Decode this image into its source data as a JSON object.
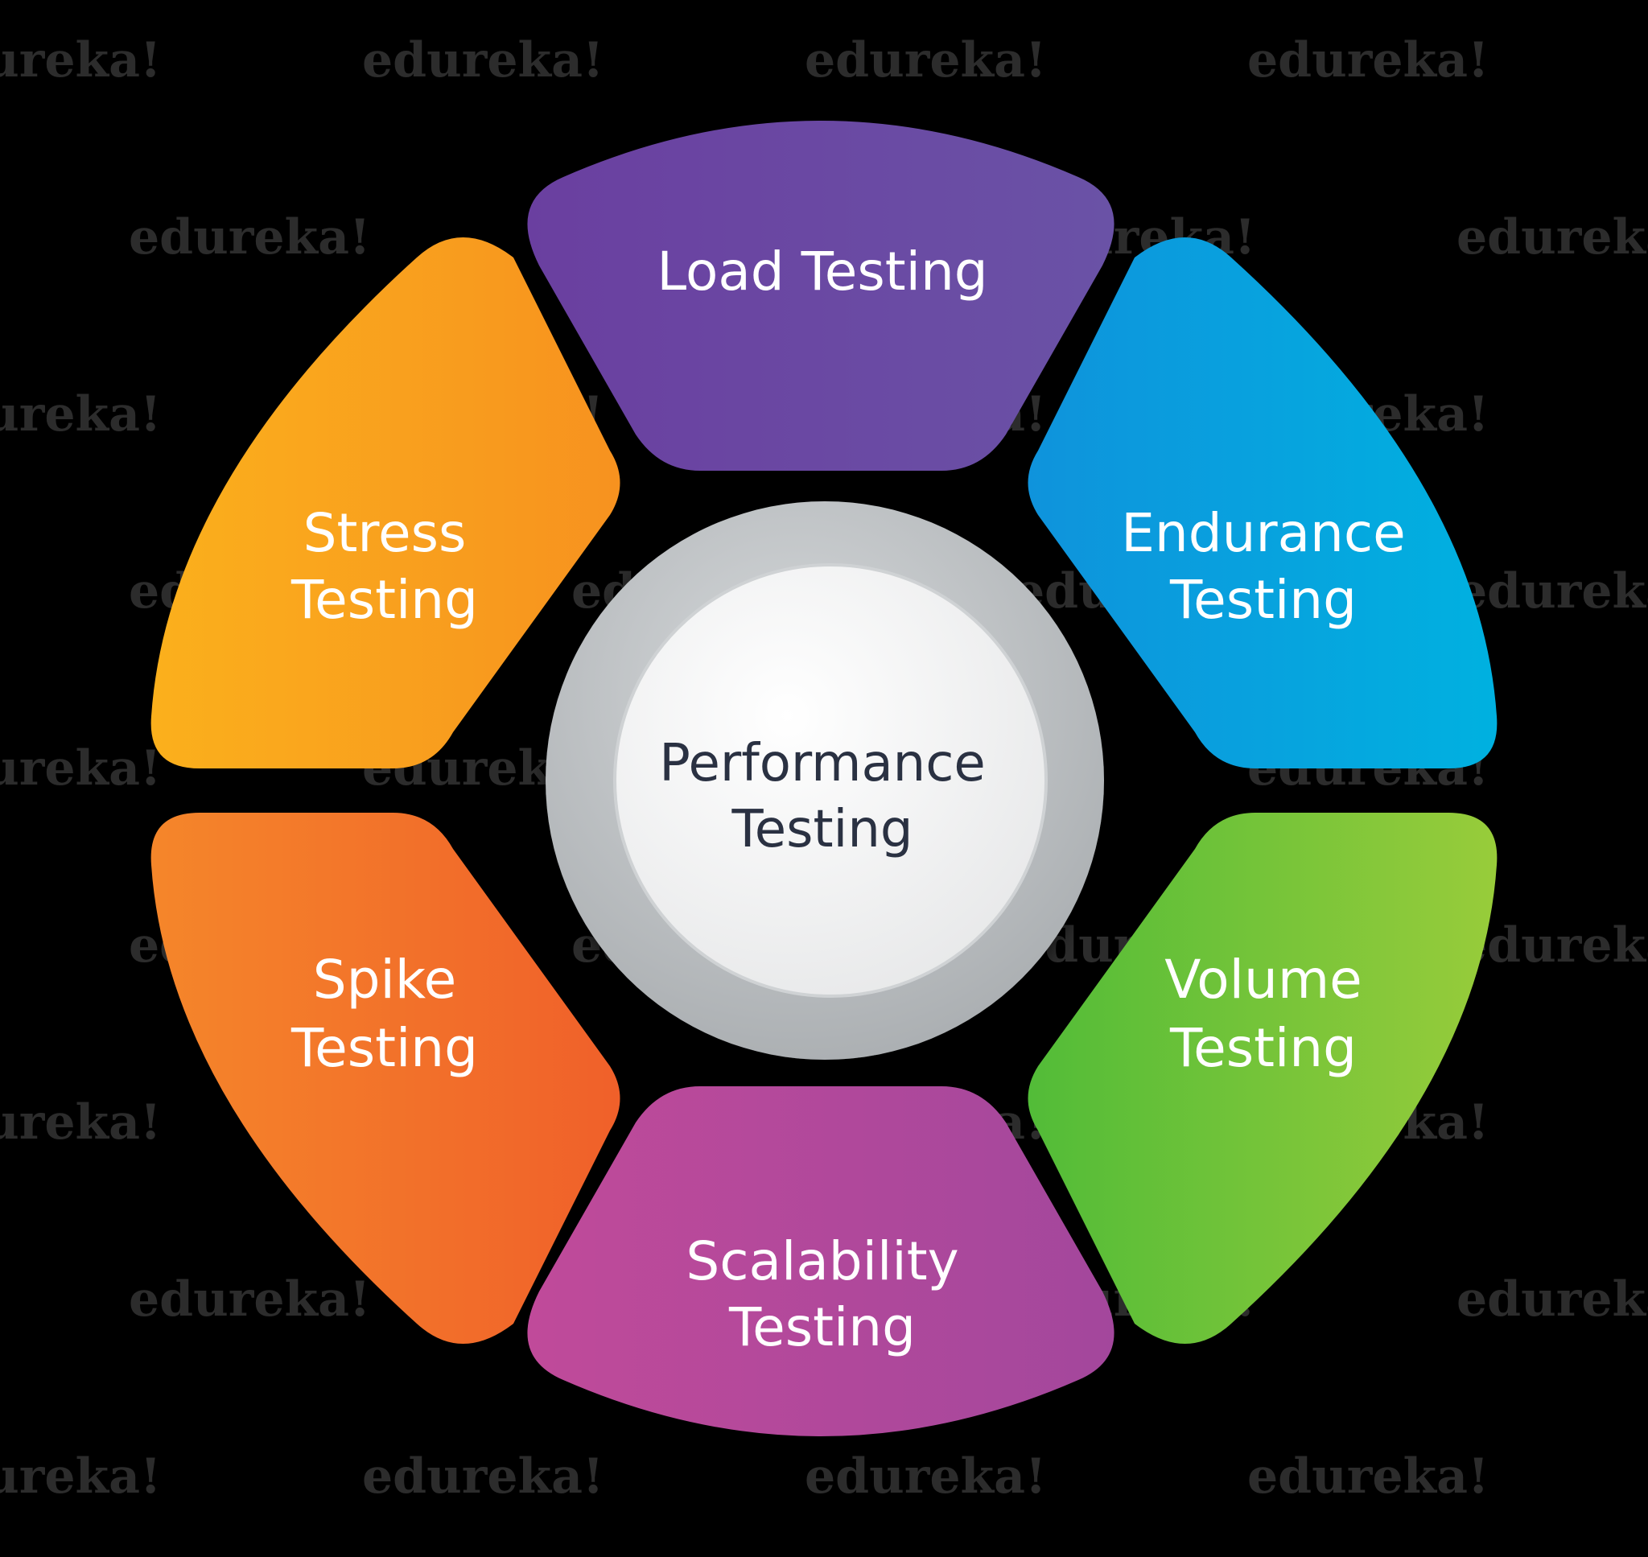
{
  "watermark": {
    "text": "edureka!",
    "color": "#2c2c2c"
  },
  "center": {
    "line1": "Performance",
    "line2": "Testing",
    "ring_color": "#b9bdc0",
    "disc_color": "#f4f4f4",
    "text_color": "#2a3142"
  },
  "segments": [
    {
      "id": "load",
      "line1": "Load Testing",
      "line2": "",
      "color_start": "#6a3fa0",
      "color_end": "#6a52a6"
    },
    {
      "id": "endurance",
      "line1": "Endurance",
      "line2": "Testing",
      "color_start": "#0f93dc",
      "color_end": "#00b1e0"
    },
    {
      "id": "volume",
      "line1": "Volume",
      "line2": "Testing",
      "color_start": "#52bc38",
      "color_end": "#98cc3a"
    },
    {
      "id": "scalability",
      "line1": "Scalability",
      "line2": "Testing",
      "color_start": "#c04a9a",
      "color_end": "#a3479c"
    },
    {
      "id": "spike",
      "line1": "Spike",
      "line2": "Testing",
      "color_start": "#f5862a",
      "color_end": "#f0602a"
    },
    {
      "id": "stress",
      "line1": "Stress",
      "line2": "Testing",
      "color_start": "#fbb01c",
      "color_end": "#f7921f"
    }
  ]
}
